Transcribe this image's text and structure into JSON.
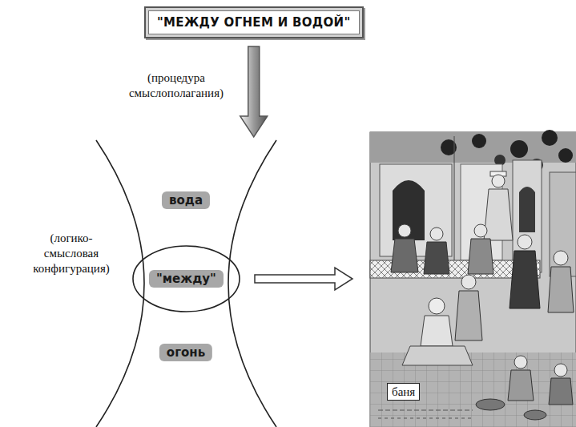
{
  "diagram": {
    "nodes": [
      {
        "text": [
          "\"МЕЖДУ ОГНЕМ И ВОДОЙ\""
        ]
      },
      {
        "text": [
          "(логико-смысловая конфигурация)"
        ]
      },
      {
        "text": [
          "вода"
        ],
        "in": 1
      },
      {
        "text": [
          "\"между\""
        ],
        "in": 1
      },
      {
        "text": [
          "огонь"
        ],
        "in": 1
      },
      {
        "text": [
          "баня"
        ]
      }
    ],
    "edges": [
      {
        "from": 0,
        "to": 1,
        "arrow": "to",
        "label": "(процедура смыслополагания)"
      },
      {
        "from": 3,
        "to": 5,
        "arrow": "to"
      }
    ]
  }
}
